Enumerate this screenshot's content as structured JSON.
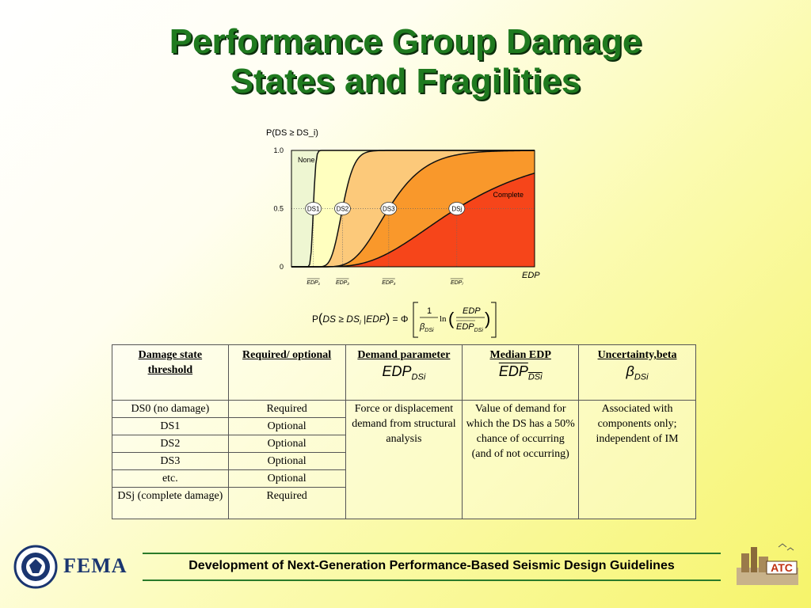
{
  "title": {
    "line1": "Performance Group Damage",
    "line2": "States and Fragilities"
  },
  "chart_data": {
    "type": "line",
    "ylabel": "P(DS ≥ DS_i)",
    "xlabel": "EDP",
    "ylim": [
      0,
      1
    ],
    "y_ticks": [
      "1.0",
      "0.5",
      "0"
    ],
    "x_ticks": [
      "EDP₁",
      "EDP₂",
      "EDP₃",
      "EDPⱼ"
    ],
    "region_labels": [
      "None",
      "Complete"
    ],
    "series": [
      {
        "name": "DS1",
        "median": 0.09,
        "beta": 0.09
      },
      {
        "name": "DS2",
        "median": 0.21,
        "beta": 0.18
      },
      {
        "name": "DS3",
        "median": 0.4,
        "beta": 0.3
      },
      {
        "name": "DSj",
        "median": 0.68,
        "beta": 0.45
      }
    ],
    "fill_colors": [
      "#eef6d2",
      "#ffffbf",
      "#fcc97a",
      "#f9982b",
      "#f6451a"
    ]
  },
  "formula": {
    "lhs": "P(DS ≥ DS_i | EDP) = Φ",
    "numerator": "1",
    "beta": "β_DSi",
    "ln": "ln",
    "edp": "EDP",
    "edp_median": "EDP_DSi"
  },
  "table": {
    "headers": [
      {
        "label": "Damage state threshold"
      },
      {
        "label": "Required/ optional"
      },
      {
        "label": "Demand parameter",
        "symbol": "EDP",
        "symbol_sub": "DSi"
      },
      {
        "label": "Median EDP",
        "symbol": "EDP",
        "symbol_sub": "DSi"
      },
      {
        "label": "Uncertainty,beta",
        "symbol": "β",
        "symbol_sub": "DSi"
      }
    ],
    "rows": [
      {
        "ds": "DS0 (no damage)",
        "req": "Required"
      },
      {
        "ds": "DS1",
        "req": "Optional"
      },
      {
        "ds": "DS2",
        "req": "Optional"
      },
      {
        "ds": "DS3",
        "req": "Optional"
      },
      {
        "ds": "etc.",
        "req": "Optional"
      },
      {
        "ds": "DSj (complete damage)",
        "req": "Required"
      }
    ],
    "demand_desc": "Force or displacement demand from structural analysis",
    "median_desc": "Value of demand for which the DS has a 50% chance of occurring (and of not occurring)",
    "uncertainty_desc": "Associated with components only; independent of IM"
  },
  "footer": {
    "text": "Development of Next-Generation Performance-Based Seismic Design Guidelines",
    "fema": "FEMA",
    "atc": "ATC"
  }
}
